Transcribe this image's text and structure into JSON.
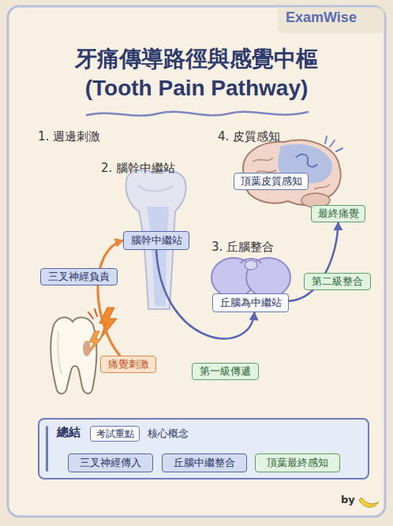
{
  "diagram": {
    "title": "牙痛傳導路徑與感覺中樞 (Tooth Pain Pathway)",
    "nodes": [
      {
        "text": [
          "痛覺刺激"
        ]
      },
      {
        "text": [
          "腦幹中繼站"
        ]
      },
      {
        "text": [
          "丘腦為中繼站"
        ]
      },
      {
        "text": [
          "頂葉皮質感知"
        ]
      },
      {
        "text": [
          "最終痛覺"
        ]
      },
      {
        "text": [
          "總結",
          "核心概念"
        ]
      },
      {
        "text": [
          "考試重點"
        ],
        "in": 5
      },
      {
        "text": [
          "三叉神經傳入"
        ],
        "in": 5
      },
      {
        "text": [
          "丘腦中繼整合"
        ],
        "in": 5
      },
      {
        "text": [
          "頂葉最終感知"
        ],
        "in": 5
      }
    ],
    "edges": [
      {
        "from": 0,
        "to": 1,
        "arrow": "to",
        "label": "三叉神經負責"
      },
      {
        "from": 1,
        "to": 2,
        "arrow": "to",
        "label": "第一級傳遞"
      },
      {
        "from": 2,
        "to": 4,
        "arrow": "to",
        "label": "第二級整合"
      }
    ],
    "labels": [
      "ExamWise",
      "1. 週邊刺激",
      "2. 腦幹中繼站",
      "3. 丘腦整合",
      "4. 皮質感知",
      "by"
    ]
  }
}
